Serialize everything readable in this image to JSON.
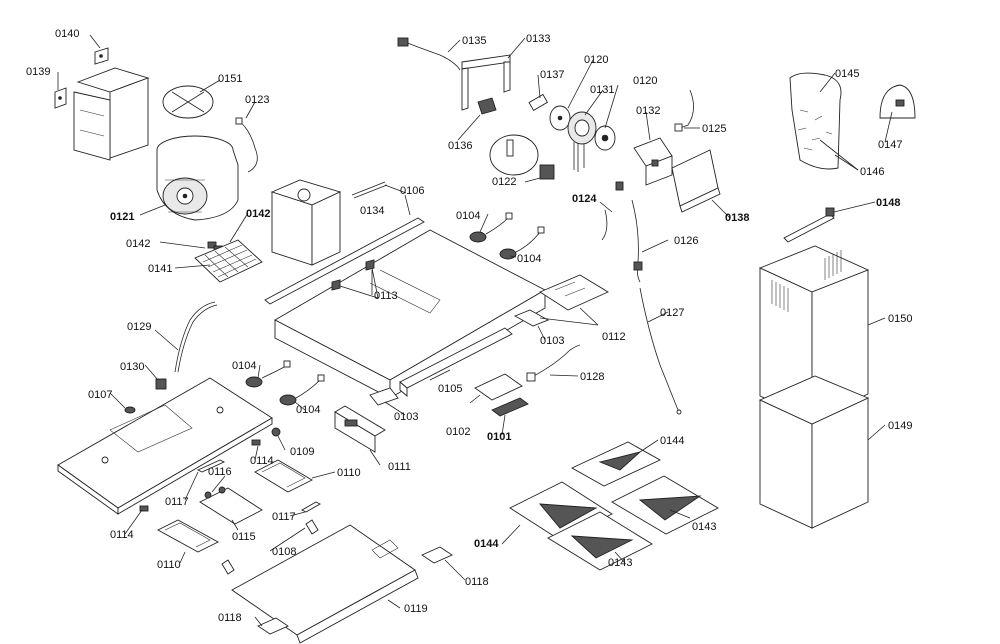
{
  "labels": {
    "p0101": "0101",
    "p0102": "0102",
    "p0103": "0103",
    "p0103b": "0103",
    "p0104a": "0104",
    "p0104b": "0104",
    "p0104c": "0104",
    "p0104d": "0104",
    "p0105": "0105",
    "p0106": "0106",
    "p0107": "0107",
    "p0108": "0108",
    "p0109": "0109",
    "p0110a": "0110",
    "p0110b": "0110",
    "p0111": "0111",
    "p0112": "0112",
    "p0113": "0113",
    "p0114a": "0114",
    "p0114b": "0114",
    "p0115": "0115",
    "p0116": "0116",
    "p0117a": "0117",
    "p0117b": "0117",
    "p0118a": "0118",
    "p0118b": "0118",
    "p0119": "0119",
    "p0120a": "0120",
    "p0120b": "0120",
    "p0121": "0121",
    "p0122": "0122",
    "p0123": "0123",
    "p0124": "0124",
    "p0125": "0125",
    "p0126": "0126",
    "p0127": "0127",
    "p0128": "0128",
    "p0129": "0129",
    "p0130": "0130",
    "p0131": "0131",
    "p0132": "0132",
    "p0133": "0133",
    "p0134": "0134",
    "p0135": "0135",
    "p0136": "0136",
    "p0137": "0137",
    "p0138": "0138",
    "p0139": "0139",
    "p0140": "0140",
    "p0141": "0141",
    "p0142a": "0142",
    "p0142b": "0142",
    "p0143a": "0143",
    "p0143b": "0143",
    "p0144a": "0144",
    "p0144b": "0144",
    "p0145": "0145",
    "p0146": "0146",
    "p0147": "0147",
    "p0148": "0148",
    "p0149": "0149",
    "p0150": "0150",
    "p0151": "0151"
  }
}
